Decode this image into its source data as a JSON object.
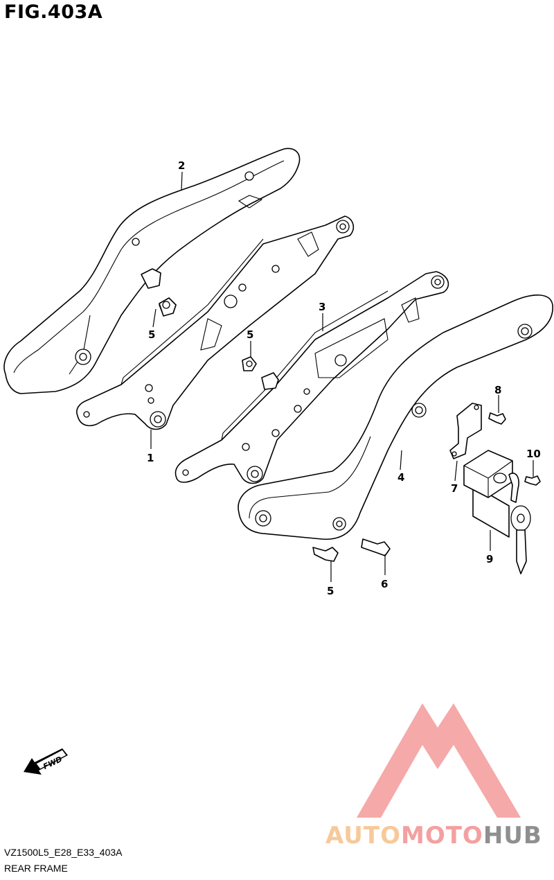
{
  "figure": {
    "title": "FIG.403A"
  },
  "footer": {
    "model_code": "VZ1500L5_E28_E33_403A",
    "section_name": "REAR FRAME"
  },
  "direction_arrow": {
    "label": "FWD",
    "icon": "fwd-arrow-icon"
  },
  "watermark": {
    "word_part1": "AUTO",
    "word_part2": "MOTO",
    "word_part3": "HUB",
    "colors": {
      "auto": "#f7c99a",
      "moto": "#f4a0a0",
      "hub": "#8f8f8f",
      "logo": "#f4a0a0"
    }
  },
  "callouts": [
    {
      "id": "c1",
      "label": "1"
    },
    {
      "id": "c2",
      "label": "2"
    },
    {
      "id": "c3",
      "label": "3"
    },
    {
      "id": "c4",
      "label": "4"
    },
    {
      "id": "c5a",
      "label": "5"
    },
    {
      "id": "c5b",
      "label": "5"
    },
    {
      "id": "c5c",
      "label": "5"
    },
    {
      "id": "c6",
      "label": "6"
    },
    {
      "id": "c7",
      "label": "7"
    },
    {
      "id": "c8",
      "label": "8"
    },
    {
      "id": "c9",
      "label": "9"
    },
    {
      "id": "c10",
      "label": "10"
    }
  ]
}
